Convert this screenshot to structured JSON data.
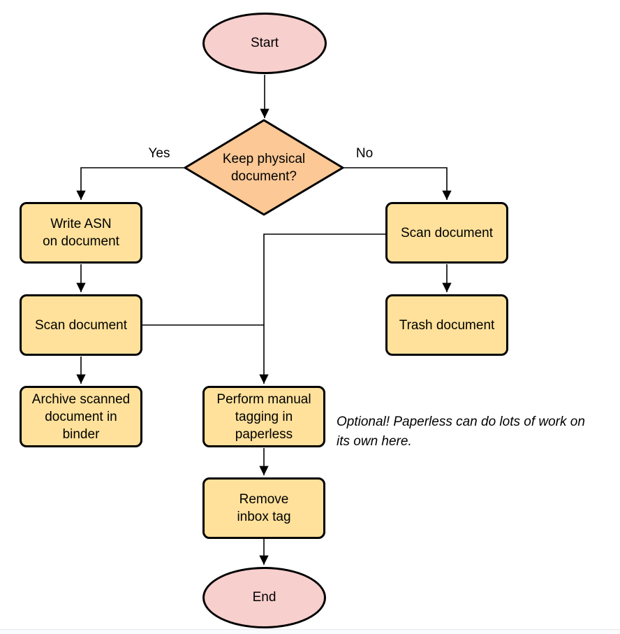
{
  "diagram": {
    "type": "flowchart",
    "colors": {
      "terminal_fill": "#F7CFCD",
      "decision_fill": "#FBC896",
      "process_fill": "#FFE19B",
      "stroke": "#000000",
      "background": "#ffffff"
    },
    "nodes": {
      "start": {
        "shape": "ellipse",
        "label": "Start"
      },
      "decision": {
        "shape": "diamond",
        "label": "Keep physical\ndocument?"
      },
      "write_asn": {
        "shape": "rect",
        "label": "Write ASN\non document"
      },
      "scan_left": {
        "shape": "rect",
        "label": "Scan document"
      },
      "archive": {
        "shape": "rect",
        "label": "Archive scanned\ndocument in\nbinder"
      },
      "scan_right": {
        "shape": "rect",
        "label": "Scan document"
      },
      "trash": {
        "shape": "rect",
        "label": "Trash document"
      },
      "tagging": {
        "shape": "rect",
        "label": "Perform manual\ntagging in\npaperless"
      },
      "remove_inbox": {
        "shape": "rect",
        "label": "Remove\ninbox tag"
      },
      "end": {
        "shape": "ellipse",
        "label": "End"
      }
    },
    "edge_labels": {
      "yes": "Yes",
      "no": "No"
    },
    "edges": [
      {
        "from": "start",
        "to": "decision",
        "label": ""
      },
      {
        "from": "decision",
        "to": "write_asn",
        "label": "Yes"
      },
      {
        "from": "decision",
        "to": "scan_right",
        "label": "No"
      },
      {
        "from": "write_asn",
        "to": "scan_left",
        "label": ""
      },
      {
        "from": "scan_left",
        "to": "archive",
        "label": ""
      },
      {
        "from": "scan_left",
        "to": "tagging",
        "label": ""
      },
      {
        "from": "scan_right",
        "to": "trash",
        "label": ""
      },
      {
        "from": "scan_right",
        "to": "tagging",
        "label": ""
      },
      {
        "from": "tagging",
        "to": "remove_inbox",
        "label": ""
      },
      {
        "from": "remove_inbox",
        "to": "end",
        "label": ""
      }
    ],
    "annotation": "Optional! Paperless can do lots of work on\nits own here."
  }
}
